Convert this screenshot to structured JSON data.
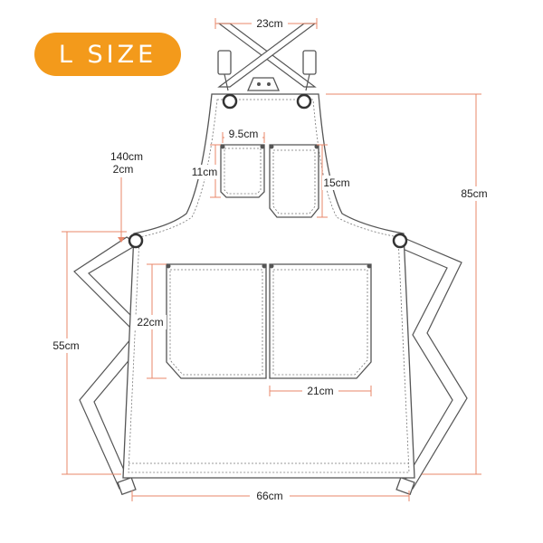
{
  "badge": {
    "label": "L SIZE"
  },
  "dimensions": {
    "strap_top_width": "23cm",
    "small_pocket_width": "9.5cm",
    "small_pocket_height": "11cm",
    "right_chest_pocket_height": "15cm",
    "neck_strap_length": "140cm",
    "neck_strap_width": "2cm",
    "total_length": "85cm",
    "big_pocket_height": "22cm",
    "lower_length": "55cm",
    "big_pocket_width": "21cm",
    "bottom_width": "66cm"
  },
  "colors": {
    "badge": "#f39a1b",
    "measure_line": "#e8876a",
    "outline": "#555555"
  }
}
